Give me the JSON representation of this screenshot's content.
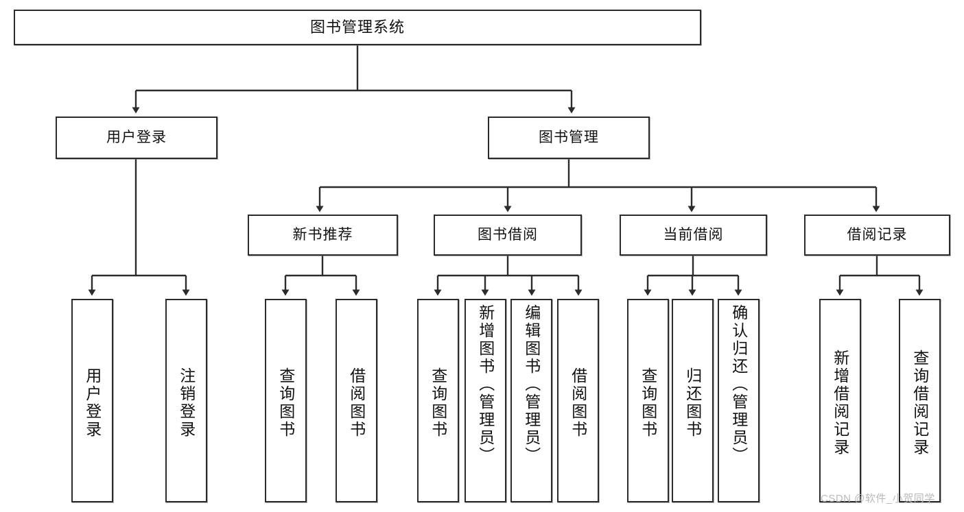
{
  "diagram": {
    "type": "tree",
    "title": "图书管理系统",
    "watermark": "CSDN @软件_小贺同学",
    "colors": {
      "box_border": "#2b2b2b",
      "box_fill": "#ffffff",
      "edge": "#2b2b2b",
      "text": "#111111",
      "watermark": "#b9b9b9"
    },
    "nodes": {
      "root": {
        "label": "图书管理系统"
      },
      "level2": [
        {
          "id": "user-login",
          "label": "用户登录"
        },
        {
          "id": "book-manage",
          "label": "图书管理"
        }
      ],
      "level3": [
        {
          "id": "new-book-recommend",
          "label": "新书推荐"
        },
        {
          "id": "book-borrow",
          "label": "图书借阅"
        },
        {
          "id": "current-borrow",
          "label": "当前借阅"
        },
        {
          "id": "borrow-record",
          "label": "借阅记录"
        }
      ],
      "leaves": {
        "user-login": [
          {
            "id": "leaf-user-login",
            "label": "用户登录"
          },
          {
            "id": "leaf-user-logout",
            "label": "注销登录"
          }
        ],
        "new-book-recommend": [
          {
            "id": "leaf-query-book-1",
            "label": "查询图书"
          },
          {
            "id": "leaf-borrow-book-1",
            "label": "借阅图书"
          }
        ],
        "book-borrow": [
          {
            "id": "leaf-query-book-2",
            "label": "查询图书"
          },
          {
            "id": "leaf-add-book",
            "label": "新增图书（管理员）"
          },
          {
            "id": "leaf-edit-book",
            "label": "编辑图书（管理员）"
          },
          {
            "id": "leaf-borrow-book-2",
            "label": "借阅图书"
          }
        ],
        "current-borrow": [
          {
            "id": "leaf-query-book-3",
            "label": "查询图书"
          },
          {
            "id": "leaf-return-book",
            "label": "归还图书"
          },
          {
            "id": "leaf-confirm-return",
            "label": "确认归还（管理员）"
          }
        ],
        "borrow-record": [
          {
            "id": "leaf-add-record",
            "label": "新增借阅记录"
          },
          {
            "id": "leaf-query-record",
            "label": "查询借阅记录"
          }
        ]
      }
    }
  }
}
